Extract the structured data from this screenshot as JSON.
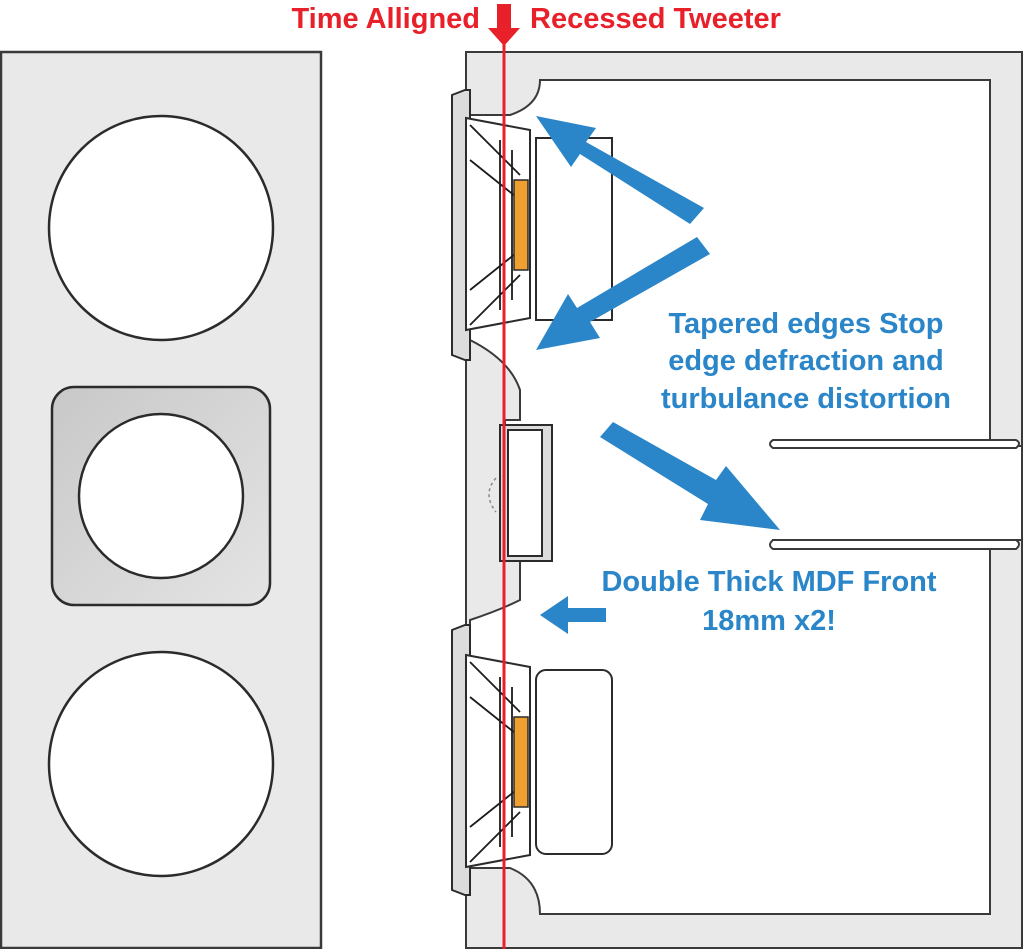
{
  "labels": {
    "left": "Time Alligned",
    "right": "Recessed Tweeter",
    "tapered_1": "Tapered edges Stop",
    "tapered_2": "edge defraction and",
    "tapered_3": "turbulance distortion",
    "mdf_1": "Double Thick MDF Front",
    "mdf_2": "18mm x2!"
  },
  "colors": {
    "alignment_line": "#e8202a",
    "callout": "#2a86c8",
    "panel": "#e9e9ea"
  }
}
